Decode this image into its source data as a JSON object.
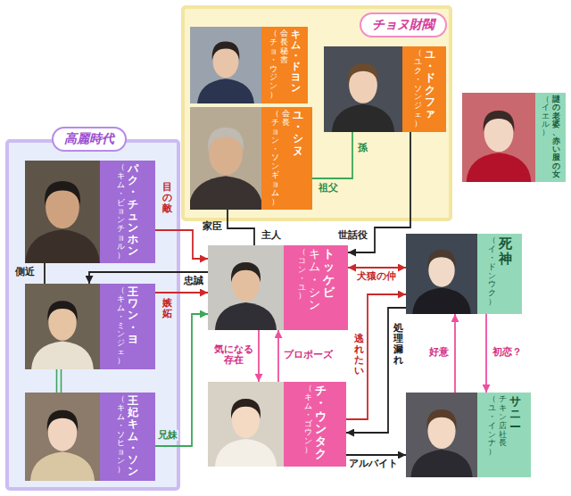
{
  "diagram": {
    "nodes": [
      {
        "text": [
          "チョヌ財閥"
        ]
      },
      {
        "text": [
          "キム・ドヨン",
          "会長秘書",
          "（チョ・ウジン）"
        ],
        "in": 0
      },
      {
        "text": [
          "ユ・ドクファ",
          "（ユク・ソンジェ）"
        ],
        "in": 0
      },
      {
        "text": [
          "ユ・シヌ",
          "会長",
          "（チョン・ソンギョム）"
        ],
        "in": 0
      },
      {
        "text": [
          "謎の老婆、赤い服の女",
          "（イエル）"
        ]
      },
      {
        "text": [
          "高麗時代"
        ]
      },
      {
        "text": [
          "パク・チュンホン",
          "（キム・ビョンチョル）"
        ],
        "in": 5
      },
      {
        "text": [
          "王ワン・ヨ",
          "（キム・ミンジェ）"
        ],
        "in": 5
      },
      {
        "text": [
          "王妃キム・ソン",
          "（キム・ソヒョン）"
        ],
        "in": 5
      },
      {
        "text": [
          "トッケビ",
          "キム・シン",
          "（コン・ユ）"
        ]
      },
      {
        "text": [
          "死神",
          "（イ・ドンウク）"
        ]
      },
      {
        "text": [
          "チ・ウンタク",
          "（キム・ゴウン）"
        ]
      },
      {
        "text": [
          "サニー",
          "チキン店社長",
          "（ユ・インナ）"
        ]
      }
    ],
    "edges": [
      {
        "from": 6,
        "to": 9,
        "arrow": "to",
        "label": "目の敵"
      },
      {
        "from": 6,
        "to": 7,
        "arrow": "none",
        "label": "側近"
      },
      {
        "from": 9,
        "to": 7,
        "arrow": "to",
        "label": "忠誠"
      },
      {
        "from": 7,
        "to": 9,
        "arrow": "to",
        "label": "嫉妬"
      },
      {
        "from": 8,
        "to": 9,
        "arrow": "to",
        "label": "兄妹"
      },
      {
        "from": 7,
        "to": 8,
        "arrow": "none"
      },
      {
        "from": 3,
        "to": 9,
        "arrow": "none",
        "label": "家臣"
      },
      {
        "from": 3,
        "to": 2,
        "arrow": "none",
        "label": "孫"
      },
      {
        "from": 2,
        "to": 9,
        "arrow": "to",
        "label": "世話役"
      },
      {
        "from": 9,
        "to": 10,
        "arrow": "both",
        "label": "犬猿の仲"
      },
      {
        "from": 11,
        "to": 10,
        "arrow": "to",
        "label": "逃れたい"
      },
      {
        "from": 10,
        "to": 11,
        "arrow": "to",
        "label": "処理漏れ"
      },
      {
        "from": 11,
        "to": 12,
        "arrow": "to",
        "label": "アルバイト"
      },
      {
        "from": 9,
        "to": 11,
        "arrow": "to",
        "label": "気になる存在"
      },
      {
        "from": 11,
        "to": 9,
        "arrow": "to",
        "label": "プロポーズ"
      },
      {
        "from": 10,
        "to": 12,
        "arrow": "to",
        "label": "初恋？"
      },
      {
        "from": 12,
        "to": 10,
        "arrow": "to",
        "label": "好意"
      }
    ],
    "labels": [
      "主人",
      "祖父"
    ]
  }
}
